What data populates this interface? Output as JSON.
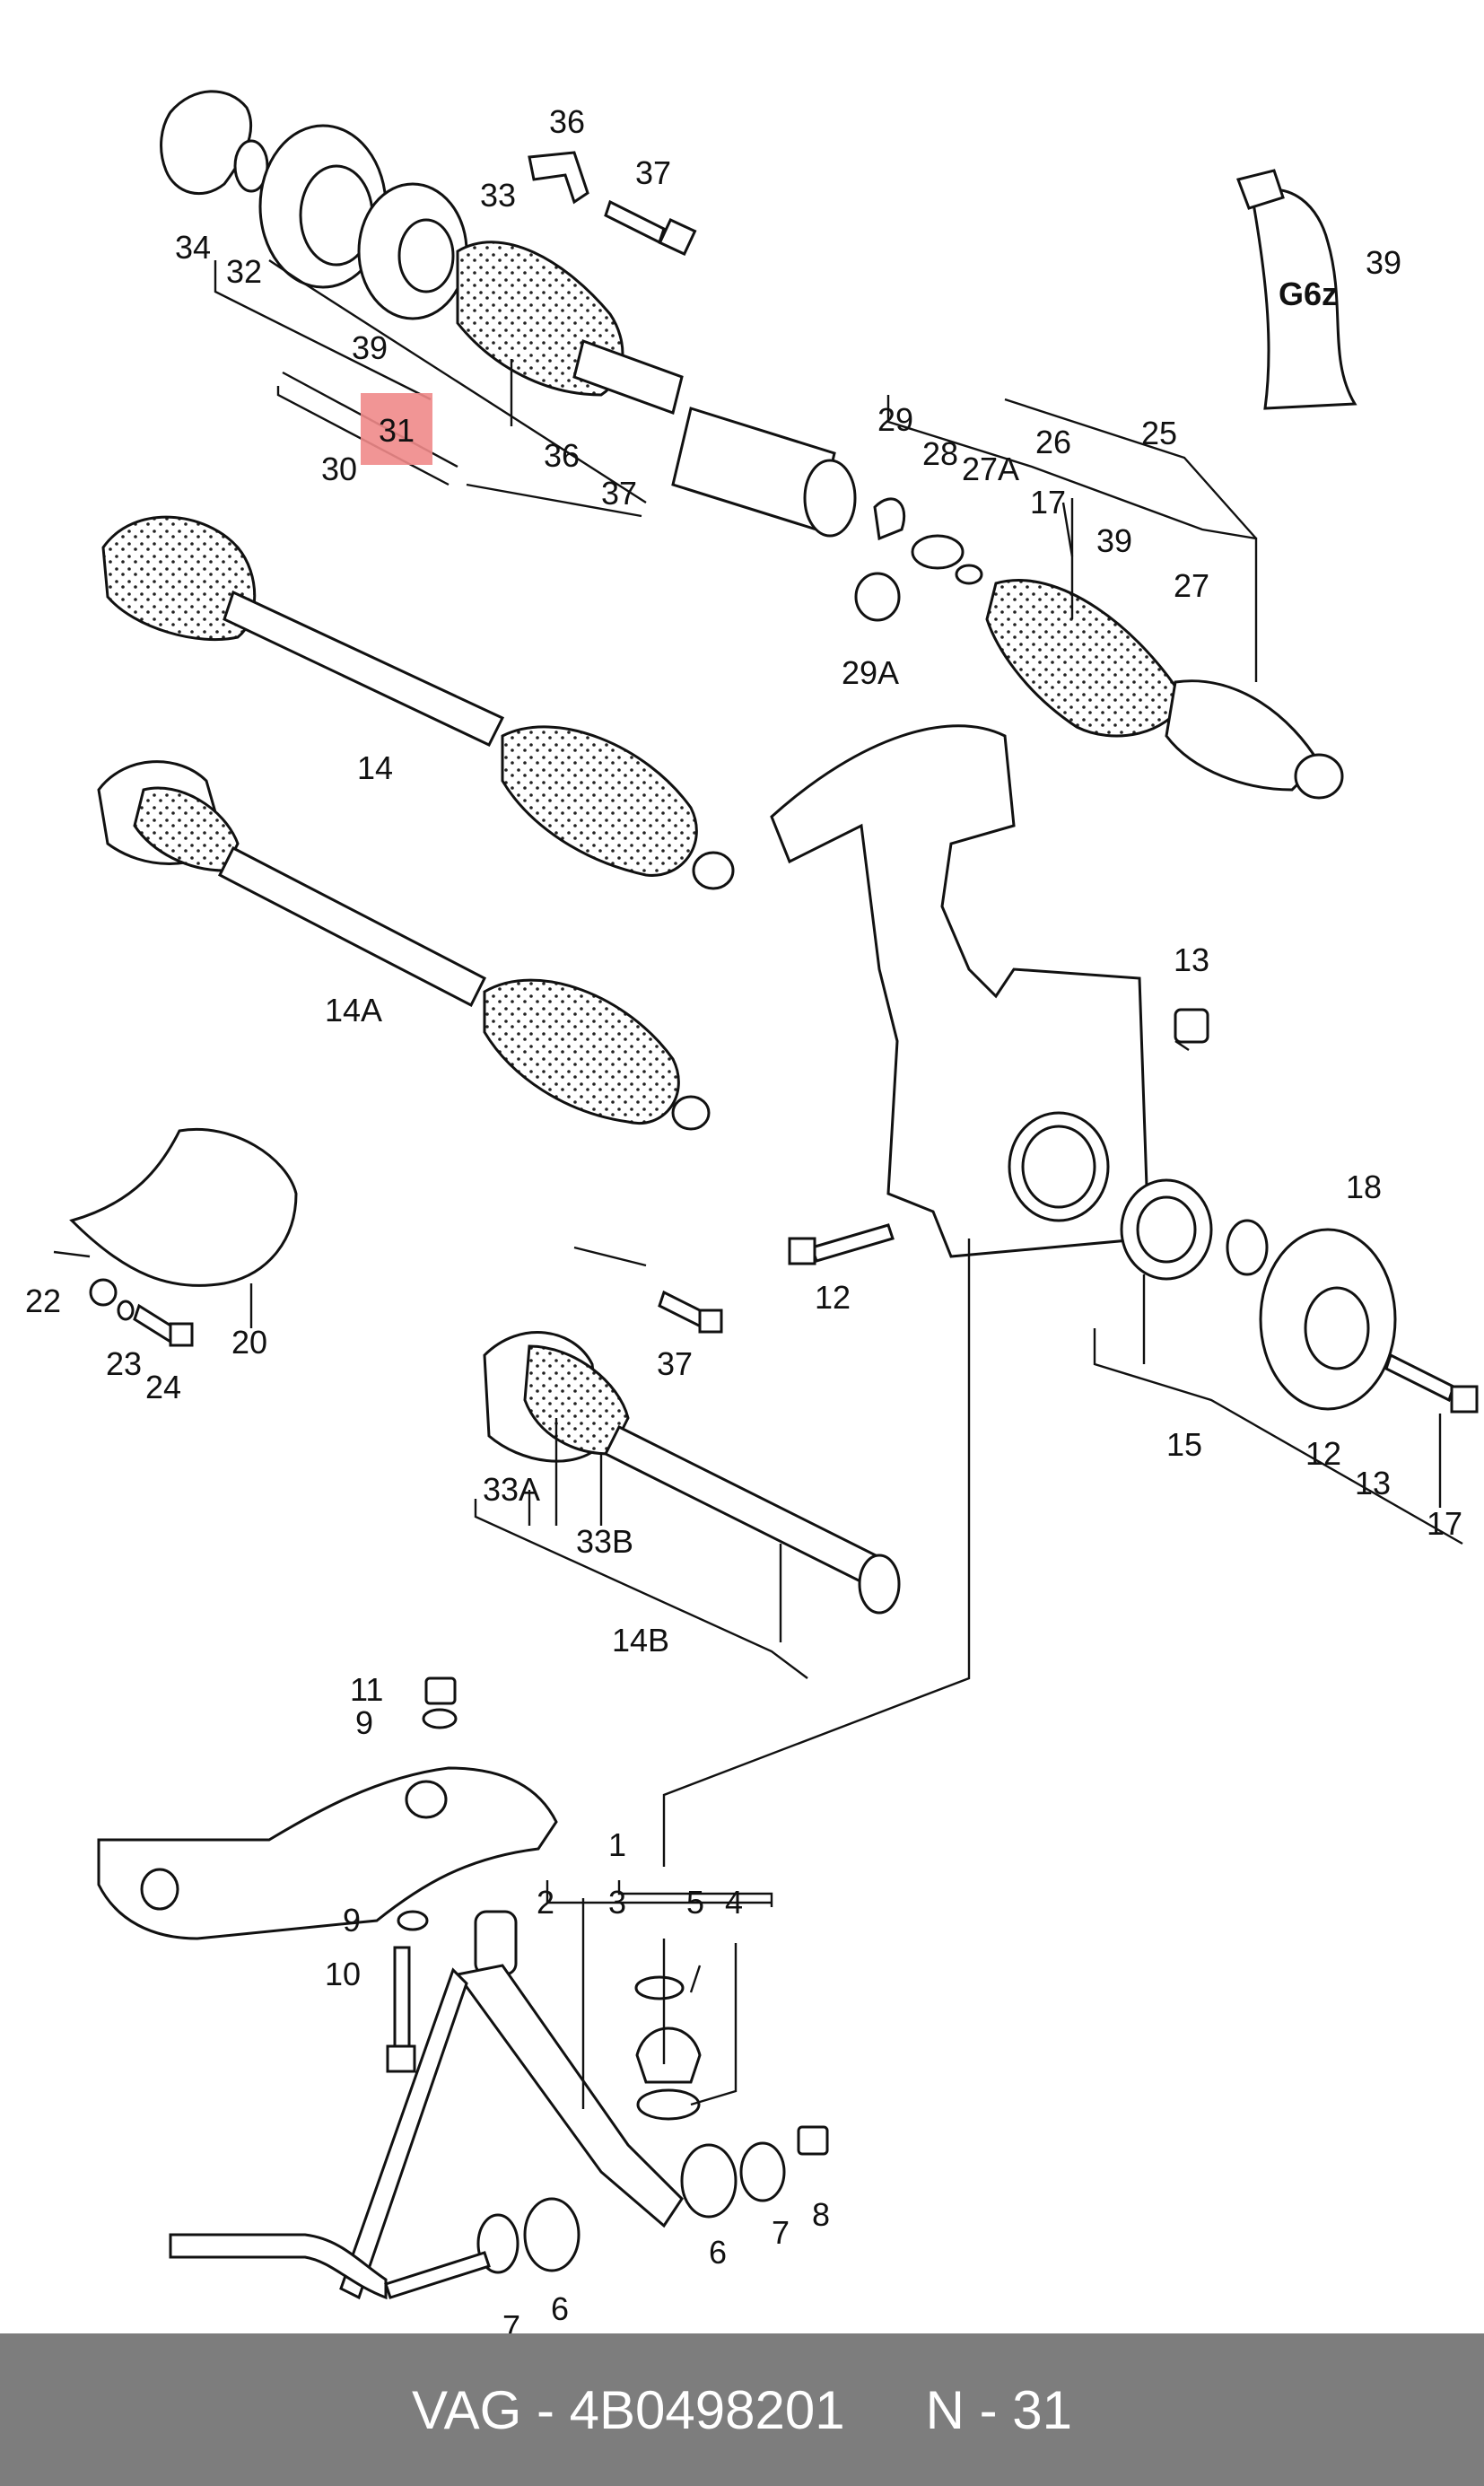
{
  "labels": {
    "l34": "34",
    "l32": "32",
    "l39a": "39",
    "l31": "31",
    "l30": "30",
    "l36a": "36",
    "l37a": "37",
    "l33": "33",
    "l36b": "36",
    "l37b": "37",
    "l39tube": "39",
    "l29": "29",
    "l28": "28",
    "l27A": "27A",
    "l26": "26",
    "l25": "25",
    "l17a": "17",
    "l39b": "39",
    "l27": "27",
    "l29A": "29A",
    "l14": "14",
    "l14A": "14A",
    "l13a": "13",
    "l12a": "12",
    "l18": "18",
    "l15": "15",
    "l12b": "12",
    "l13b": "13",
    "l17b": "17",
    "l22": "22",
    "l23": "23",
    "l24": "24",
    "l20": "20",
    "l37c": "37",
    "l33A": "33A",
    "l33B": "33B",
    "l14B": "14B",
    "l11": "11",
    "l9a": "9",
    "l9b": "9",
    "l10": "10",
    "l1": "1",
    "l2": "2",
    "l3": "3",
    "l5": "5",
    "l4": "4",
    "l6a": "6",
    "l7a": "7",
    "l8": "8",
    "l6b": "6",
    "l7b": "7"
  },
  "tube_text": "G6z",
  "highlight_color": "#f08a8a",
  "footer": {
    "brand": "VAG",
    "separator": "-",
    "part_number": "4B0498201",
    "position_code": "N - 31"
  }
}
